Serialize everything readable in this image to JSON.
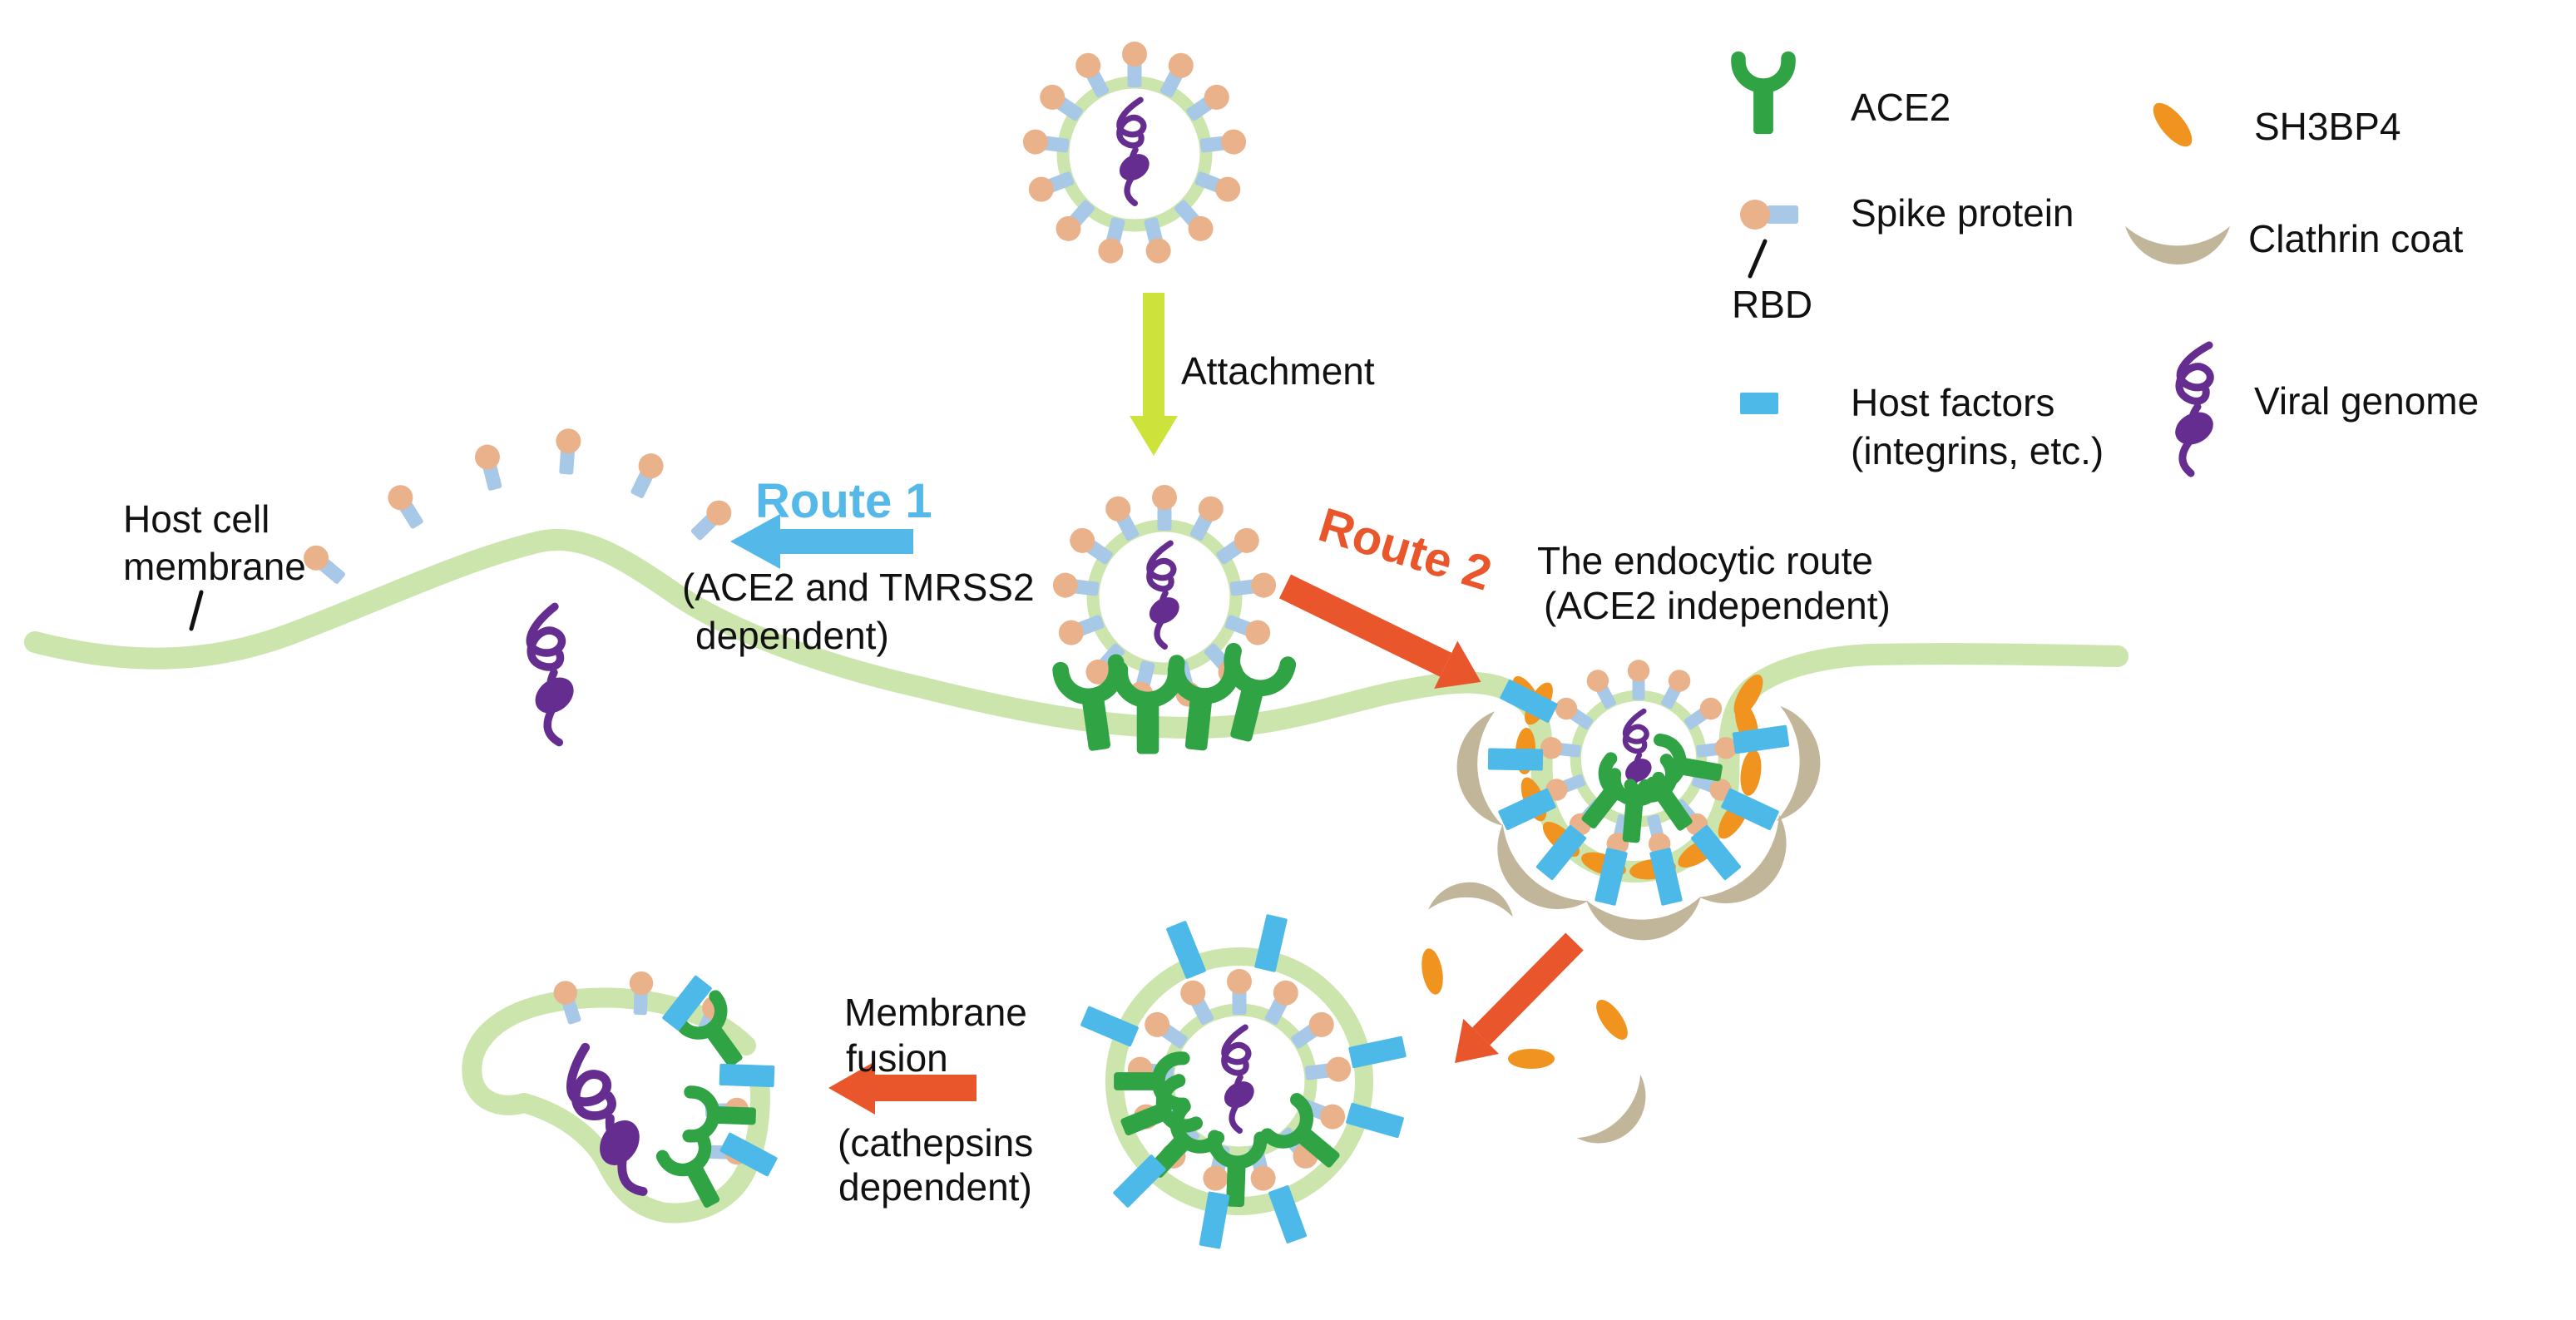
{
  "figure": {
    "type": "pathway-diagram",
    "topic": "SARS-CoV-2 entry routes into host cell"
  },
  "labels": {
    "attachment": "Attachment",
    "host_cell_membrane": [
      "Host cell",
      "membrane"
    ],
    "route1": {
      "title": "Route 1",
      "subtitle": [
        "(ACE2 and TMRSS2",
        "dependent)"
      ]
    },
    "route2": {
      "title": "Route 2",
      "subtitle": [
        "The endocytic route",
        "(ACE2 independent)"
      ]
    },
    "membrane_fusion": {
      "title": [
        "Membrane",
        "fusion"
      ],
      "subtitle": [
        "(cathepsins",
        "dependent)"
      ]
    }
  },
  "legend": {
    "items": [
      {
        "id": "ace2",
        "icon": "ace2-receptor-icon",
        "label": "ACE2"
      },
      {
        "id": "sh3bp4",
        "icon": "sh3bp4-oval-icon",
        "label": "SH3BP4"
      },
      {
        "id": "spike",
        "icon": "spike-protein-icon",
        "label": "Spike protein",
        "sub_label": "RBD"
      },
      {
        "id": "clathrin",
        "icon": "clathrin-crescent-icon",
        "label": "Clathrin coat"
      },
      {
        "id": "host_factors",
        "icon": "host-factor-bar-icon",
        "label": "Host factors",
        "label2": "(integrins, etc.)"
      },
      {
        "id": "viral_genome",
        "icon": "viral-genome-icon",
        "label": "Viral genome"
      }
    ]
  },
  "colors": {
    "membrane": "#cbe5ad",
    "spike_stem": "#a8c8e8",
    "spike_head": "#eab28b",
    "host_factor_blue": "#4db9e9",
    "ace2_green": "#30a445",
    "sh3bp4_orange": "#f0941f",
    "clathrin_tan": "#c1b69a",
    "genome_purple": "#652d90",
    "route1_blue": "#54b8e8",
    "route2_orange": "#e9562b",
    "attachment_arrow": "#cde33c",
    "text": "#111111"
  }
}
